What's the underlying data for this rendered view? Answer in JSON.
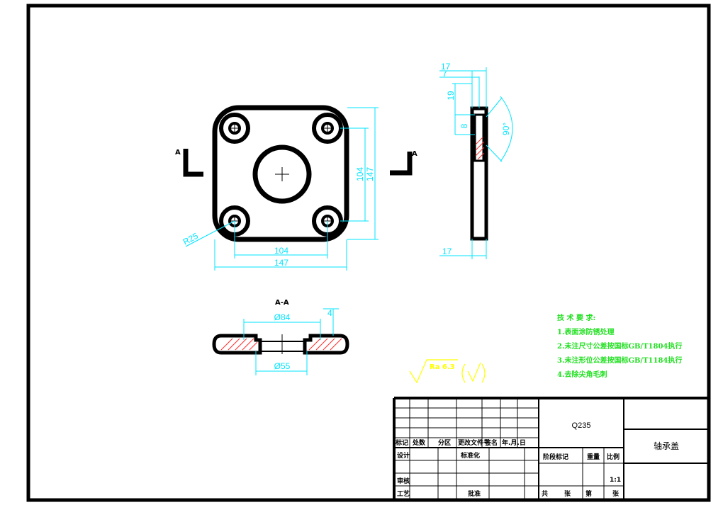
{
  "views": {
    "front": {
      "dims": {
        "inner_width": "104",
        "outer_width": "147",
        "inner_height": "104",
        "outer_height": "147",
        "corner_radius": "R25"
      },
      "section_marks": [
        "A",
        "A"
      ]
    },
    "side": {
      "dims": {
        "top_17": "17",
        "top_7": "7",
        "vertical_19": "19",
        "vertical_8": "8",
        "angle": "90°",
        "bottom_17": "17"
      }
    },
    "section": {
      "title": "A-A",
      "dims": {
        "d84": "Ø84",
        "d55": "Ø55",
        "depth": "4"
      }
    }
  },
  "roughness": {
    "label": "Ra 6.3"
  },
  "tech_requirements": {
    "title": "技 术 要 求:",
    "items": [
      "1.表面涂防锈处理",
      "2.未注尺寸公差按国标GB/T1804执行",
      "3.未注形位公差按国标GB/T1184执行",
      "4.去除尖角毛刺"
    ]
  },
  "title_block": {
    "material": "Q235",
    "part_name": "轴承盖",
    "rev_headers": [
      "标记",
      "处数",
      "分区",
      "更改文件号",
      "签名",
      "年.月.日"
    ],
    "designer": "设计",
    "standardization": "标准化",
    "stage_headers": [
      "阶段标记",
      "重量",
      "比例"
    ],
    "scale": "1:1",
    "reviewer": "审核",
    "process": "工艺",
    "approve": "批准",
    "sheets": [
      "共",
      "张",
      "第",
      "张"
    ]
  }
}
